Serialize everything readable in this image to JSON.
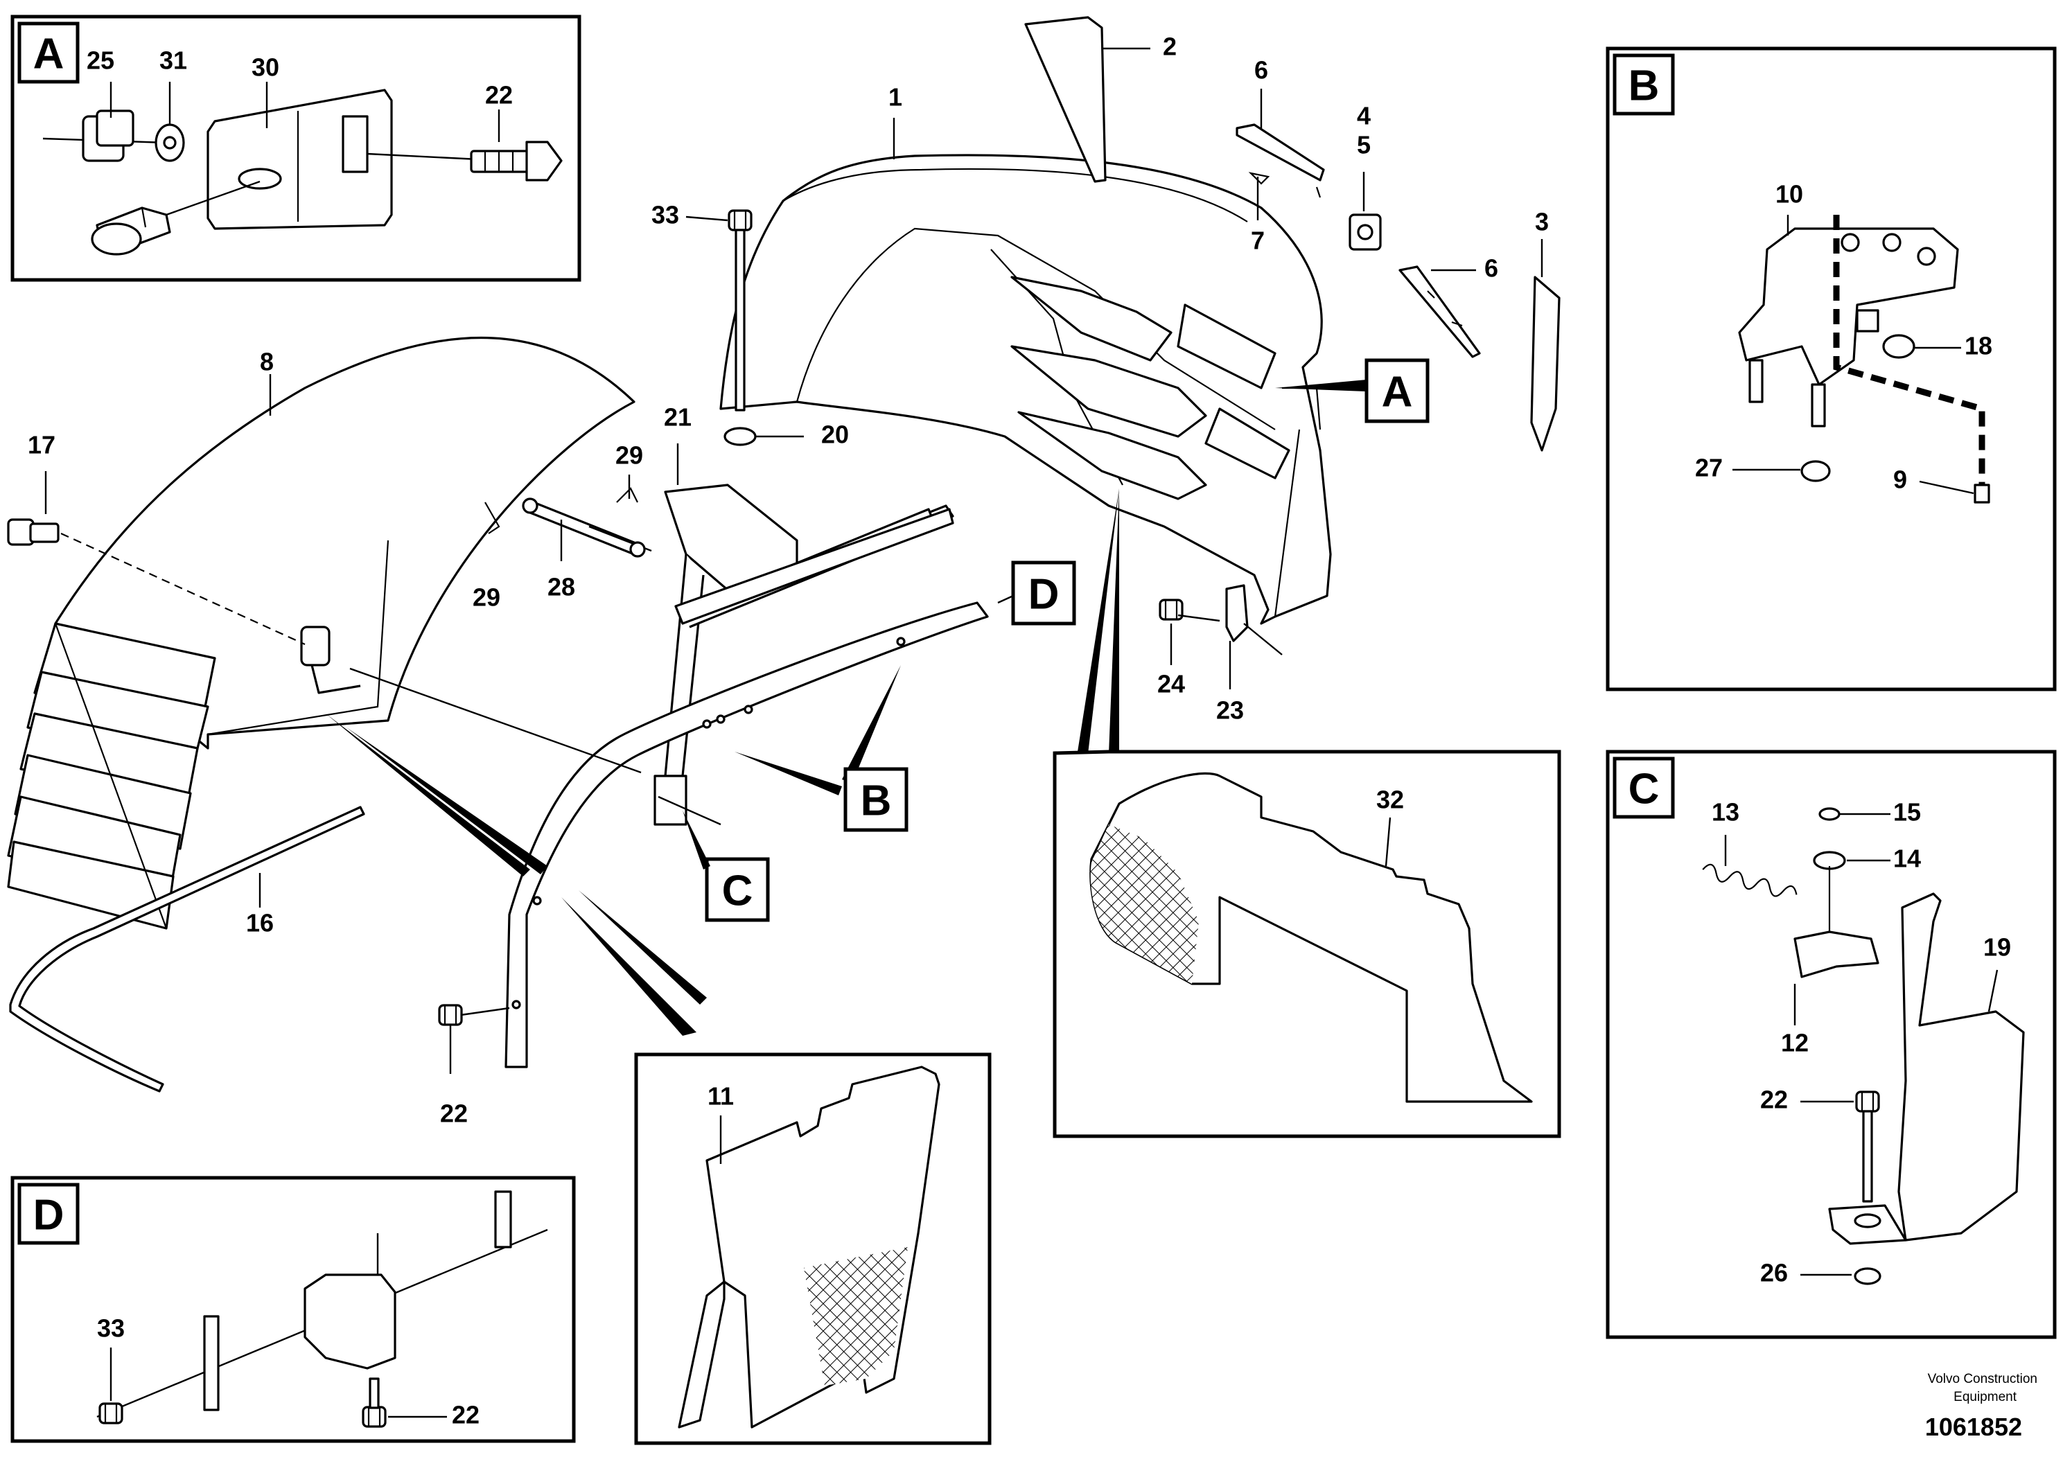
{
  "detail_tags": {
    "a": "A",
    "b": "B",
    "c": "C",
    "d": "D"
  },
  "callouts": {
    "n1": "1",
    "n2": "2",
    "n3": "3",
    "n4": "4",
    "n5": "5",
    "n6a": "6",
    "n6b": "6",
    "n7": "7",
    "n8": "8",
    "n11": "11",
    "n16": "16",
    "n17": "17",
    "n20": "20",
    "n21": "21",
    "n22_main": "22",
    "n23": "23",
    "n24": "24",
    "n28": "28",
    "n29a": "29",
    "n29b": "29",
    "n32": "32",
    "n33_main": "33",
    "a_25": "25",
    "a_31": "31",
    "a_30": "30",
    "a_22": "22",
    "b_10": "10",
    "b_18": "18",
    "b_27": "27",
    "b_9": "9",
    "c_13": "13",
    "c_15": "15",
    "c_14": "14",
    "c_19": "19",
    "c_12": "12",
    "c_22": "22",
    "c_26": "26",
    "d_33": "33",
    "d_22": "22"
  },
  "footer": {
    "maker_line1": "Volvo Construction",
    "maker_line2": "Equipment",
    "doc_number": "1061852"
  },
  "icons": [
    "hex-bolt-icon",
    "flange-nut-icon",
    "washer-icon",
    "spring-icon",
    "screw-icon",
    "mesh-pattern-icon"
  ]
}
